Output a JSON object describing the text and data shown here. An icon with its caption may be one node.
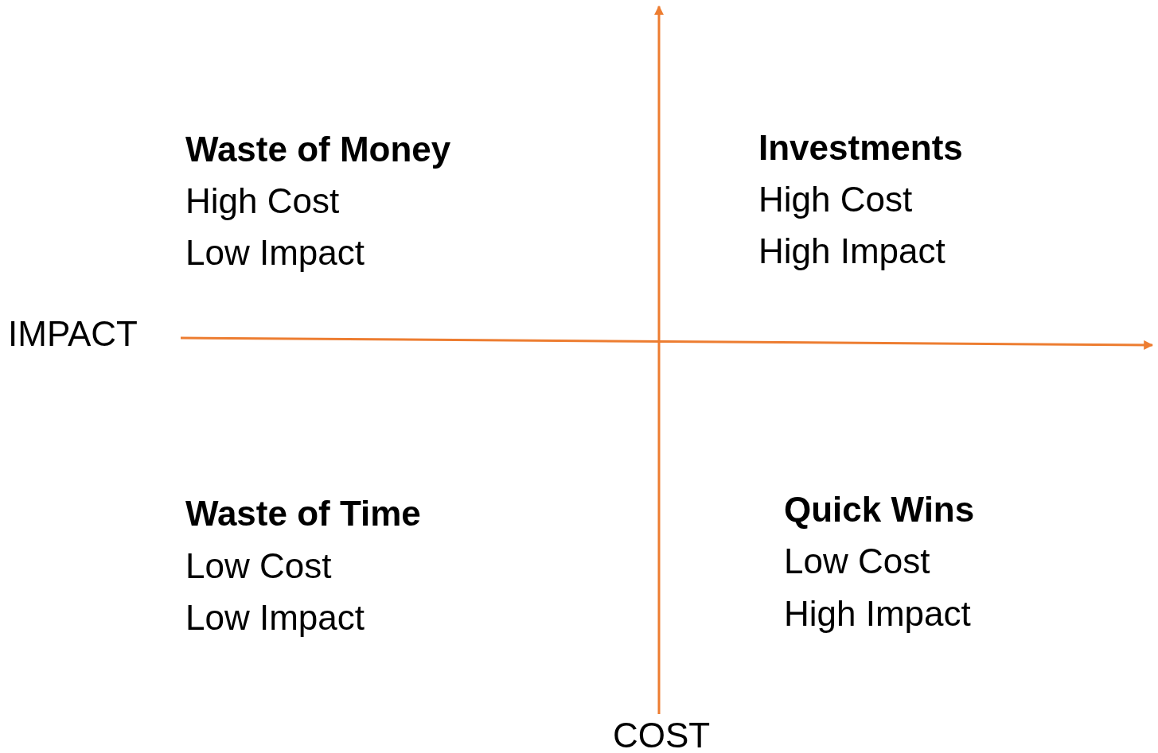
{
  "diagram": {
    "labels": [
      "Waste of Money",
      "High Cost",
      "Low Impact",
      "Investments",
      "High Cost",
      "High Impact",
      "IMPACT",
      "Waste of Time",
      "Low Cost",
      "Low Impact",
      "Quick Wins",
      "Low Cost",
      "High Impact",
      "COST"
    ]
  }
}
